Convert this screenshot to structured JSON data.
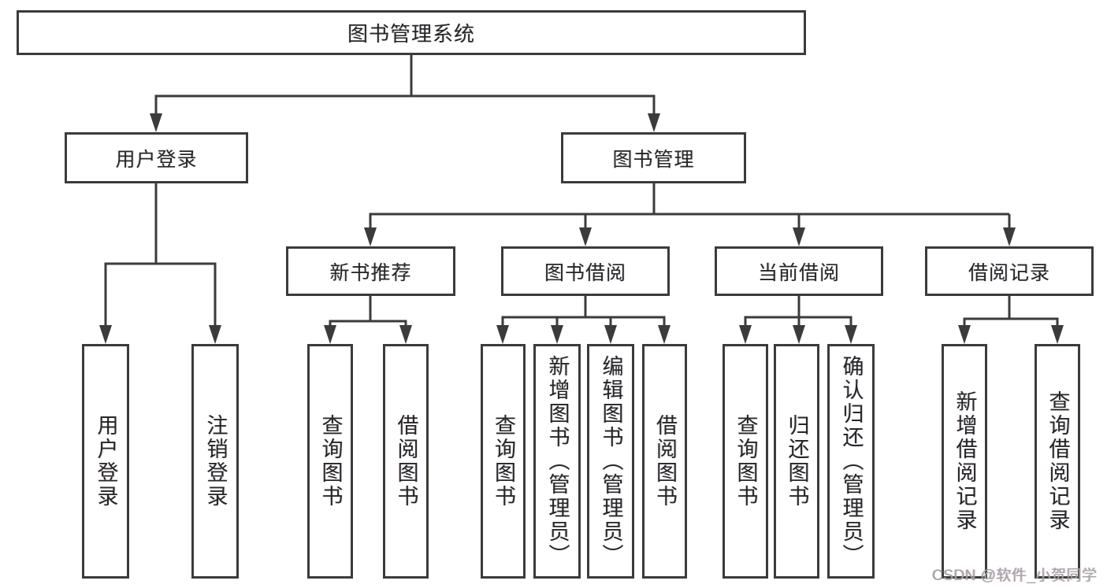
{
  "diagram_type": "hierarchy-diagram",
  "title": "图书管理系统",
  "nodes": {
    "root": "图书管理系统",
    "userLogin": "用户登录",
    "bookMgmt": "图书管理",
    "newBookRec": "新书推荐",
    "bookBorrow": "图书借阅",
    "currentBorrow": "当前借阅",
    "borrowRecord": "借阅记录",
    "leafUserLogin": "用户登录",
    "leafLogout": "注销登录",
    "nbQuery": "查询图书",
    "nbBorrow": "借阅图书",
    "bbQuery": "查询图书",
    "bbAdd": "新增图书（管理员）",
    "bbEdit": "编辑图书（管理员）",
    "bbBorrow": "借阅图书",
    "cbQuery": "查询图书",
    "cbReturn": "归还图书",
    "cbConfirm": "确认归还（管理员）",
    "brAdd": "新增借阅记录",
    "brQuery": "查询借阅记录"
  },
  "hierarchy": {
    "图书管理系统": {
      "用户登录": [
        "用户登录",
        "注销登录"
      ],
      "图书管理": {
        "新书推荐": [
          "查询图书",
          "借阅图书"
        ],
        "图书借阅": [
          "查询图书",
          "新增图书（管理员）",
          "编辑图书（管理员）",
          "借阅图书"
        ],
        "当前借阅": [
          "查询图书",
          "归还图书",
          "确认归还（管理员）"
        ],
        "借阅记录": [
          "新增借阅记录",
          "查询借阅记录"
        ]
      }
    }
  },
  "watermark": "CSDN @软件_小贺同学",
  "colors": {
    "line": "#3b3b3b",
    "box_border": "#3b3b3b",
    "box_fill": "#ffffff",
    "text": "#262626",
    "watermark": "#a3a3a3",
    "background": "#ffffff"
  }
}
